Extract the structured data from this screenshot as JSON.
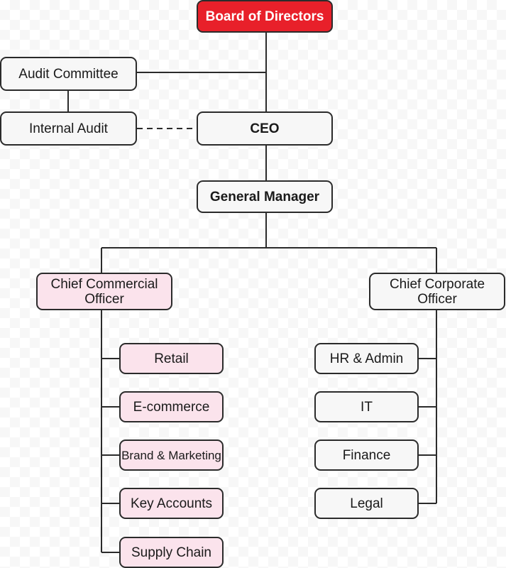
{
  "colors": {
    "board_fill": "#e8202a",
    "commercial_fill": "#fbe3ec",
    "neutral_fill": "#f7f7f7",
    "line": "#2b2b2b"
  },
  "nodes": {
    "board": "Board of Directors",
    "audit_committee": "Audit Committee",
    "internal_audit": "Internal Audit",
    "ceo": "CEO",
    "general_manager": "General Manager",
    "cco_line1": "Chief Commercial",
    "cco_line2": "Officer",
    "ccorp_line1": "Chief Corporate",
    "ccorp_line2": "Officer"
  },
  "commercial_units": [
    "Retail",
    "E-commerce",
    "Brand & Marketing",
    "Key Accounts",
    "Supply Chain"
  ],
  "corporate_units": [
    "HR & Admin",
    "IT",
    "Finance",
    "Legal"
  ]
}
